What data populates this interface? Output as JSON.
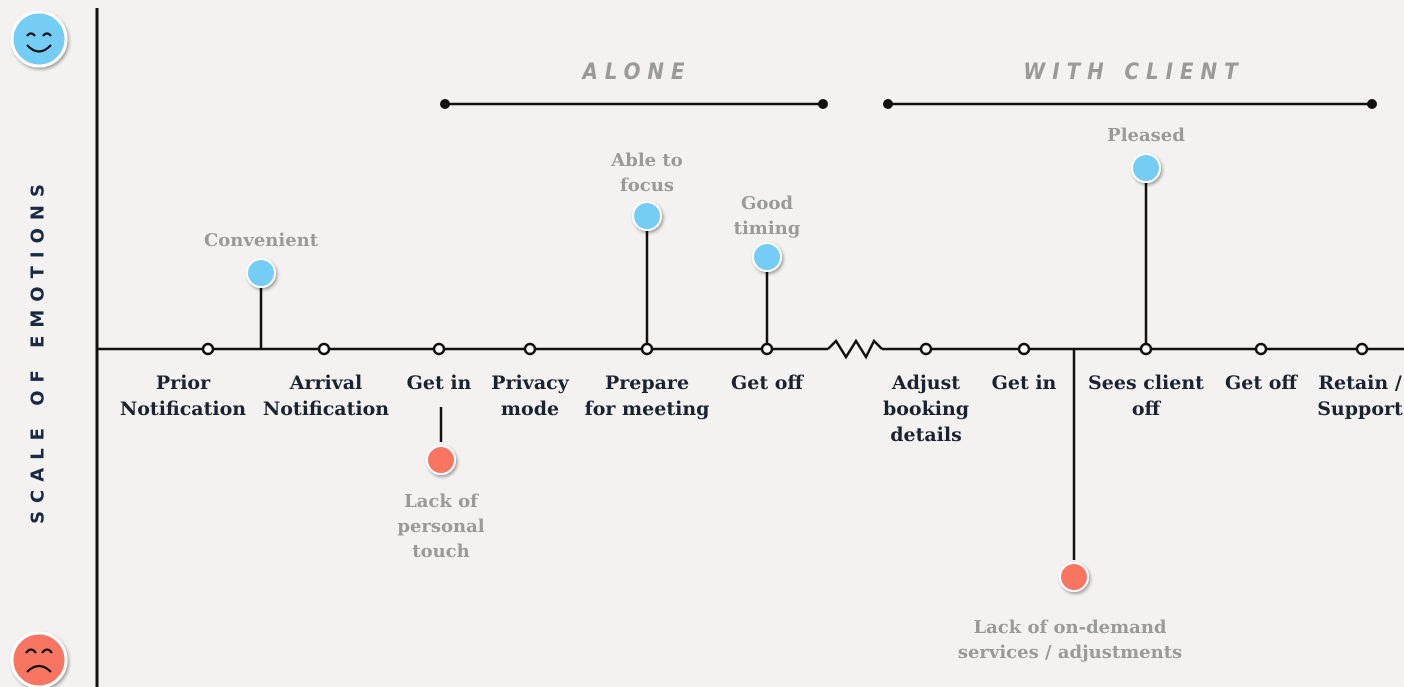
{
  "axis_title": "SCALE OF EMOTIONS",
  "icons": {
    "top": "happy-face-icon",
    "bottom": "sad-face-icon"
  },
  "colors": {
    "positive": "#74cdf6",
    "negative": "#f87462",
    "line": "#111111",
    "muted_text": "#9a9a9a",
    "dark_text": "#1b2230"
  },
  "phases": [
    {
      "label": "ALONE"
    },
    {
      "label": "WITH CLIENT"
    }
  ],
  "steps": [
    {
      "label": "Prior\nNotification"
    },
    {
      "label": "Arrival\nNotification"
    },
    {
      "label": "Get in"
    },
    {
      "label": "Privacy\nmode"
    },
    {
      "label": "Prepare\nfor meeting"
    },
    {
      "label": "Get off"
    },
    {
      "label": "Adjust\nbooking\ndetails"
    },
    {
      "label": "Get in"
    },
    {
      "label": "Sees client\noff"
    },
    {
      "label": "Get off"
    },
    {
      "label": "Retain /\nSupport"
    }
  ],
  "emotions": [
    {
      "label": "Convenient",
      "sentiment": "positive"
    },
    {
      "label": "Lack  of\npersonal\ntouch",
      "sentiment": "negative"
    },
    {
      "label": "Able to\nfocus",
      "sentiment": "positive"
    },
    {
      "label": "Good\ntiming",
      "sentiment": "positive"
    },
    {
      "label": "Pleased",
      "sentiment": "positive"
    },
    {
      "label": "Lack of on-demand\nservices / adjustments",
      "sentiment": "negative"
    }
  ]
}
